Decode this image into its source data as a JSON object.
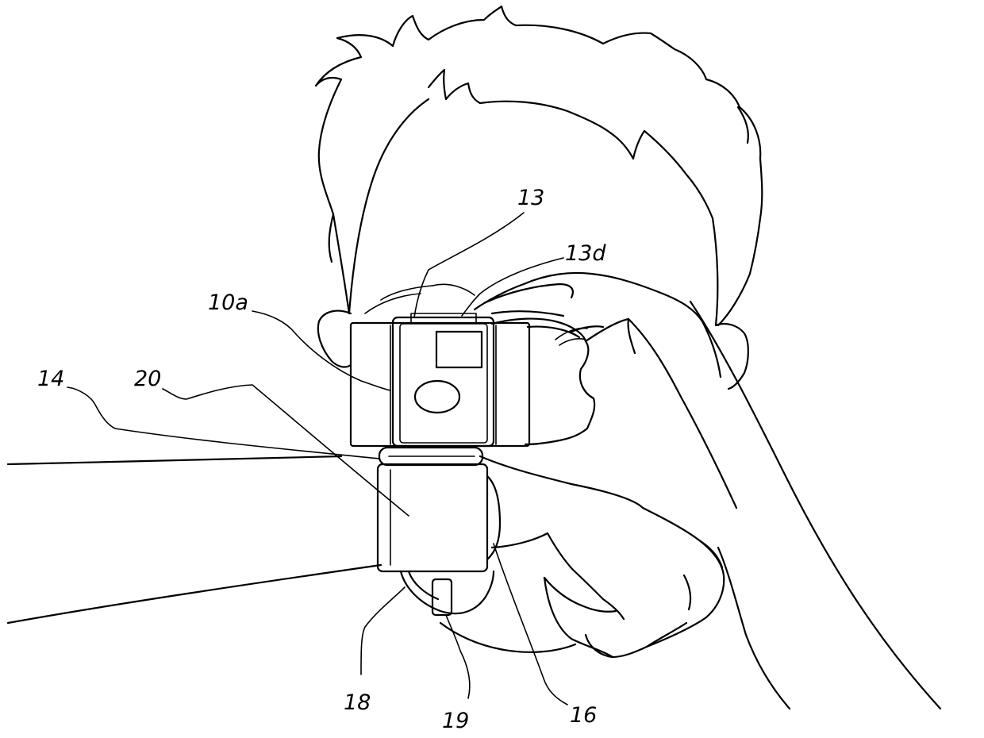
{
  "figure": {
    "labels": {
      "camera_body": "13",
      "camera_display": "13d",
      "camera_unit": "10a",
      "hinge": "14",
      "wrist_band": "20",
      "strap_loop": "18",
      "strap_clip": "19",
      "band_edge": "16"
    }
  }
}
